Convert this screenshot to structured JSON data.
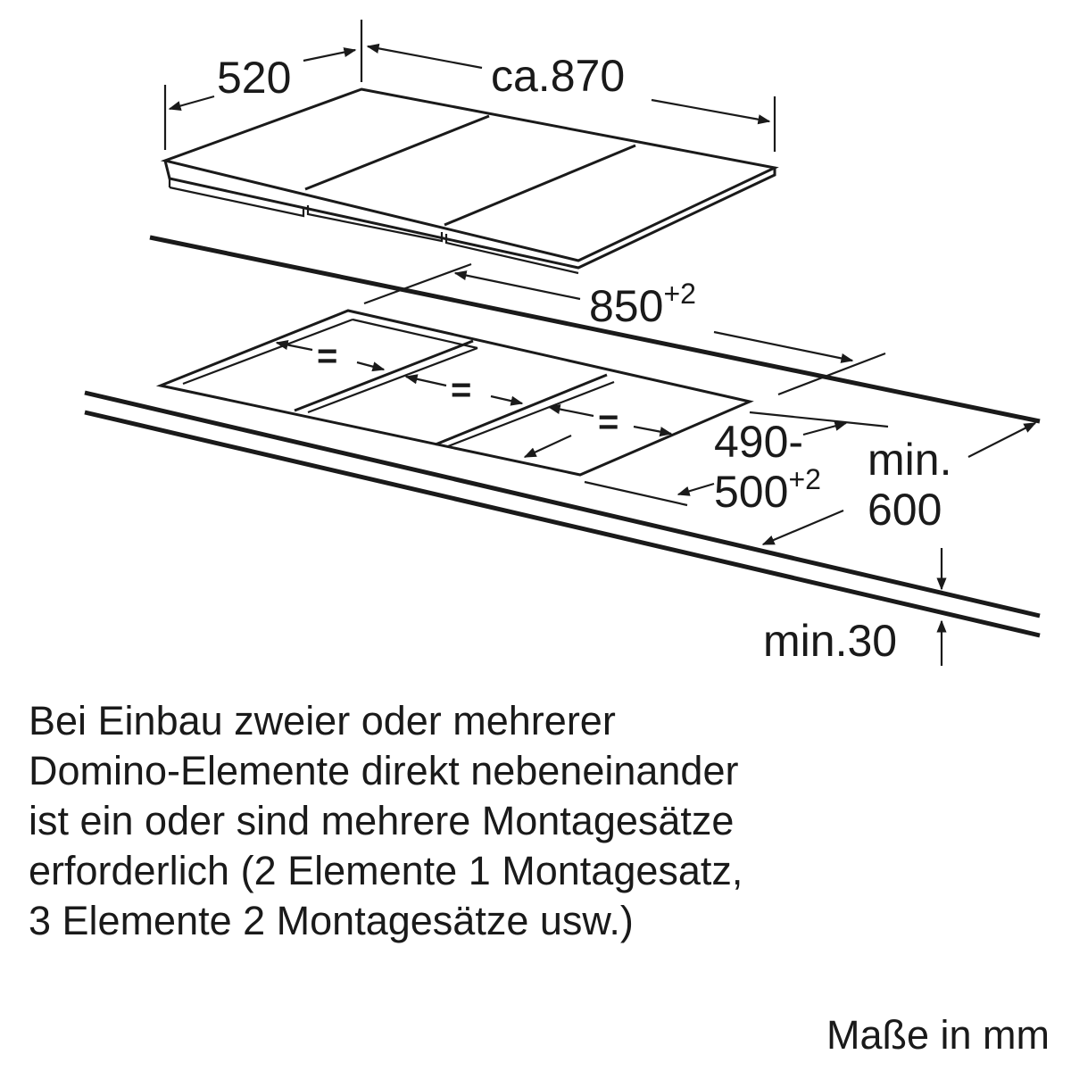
{
  "diagram": {
    "dimensions": {
      "hob_depth": "520",
      "hob_width": "ca.870",
      "cutout_width": "850",
      "cutout_width_tolerance": "+2",
      "cutout_depth_line1": "490-",
      "cutout_depth_line2": "500",
      "cutout_depth_tolerance": "+2",
      "worktop_depth_line1": "min.",
      "worktop_depth_line2": "600",
      "worktop_thickness": "min.30"
    },
    "equal_spacing_marks": [
      "=",
      "=",
      "="
    ]
  },
  "note": {
    "lines": [
      "Bei Einbau zweier oder mehrerer",
      "Domino-Elemente direkt nebeneinander",
      "ist ein oder sind mehrere Montagesätze",
      "erforderlich (2 Elemente 1 Montagesatz,",
      "3 Elemente 2 Montagesätze usw.)"
    ]
  },
  "units_label": "Maße in mm"
}
